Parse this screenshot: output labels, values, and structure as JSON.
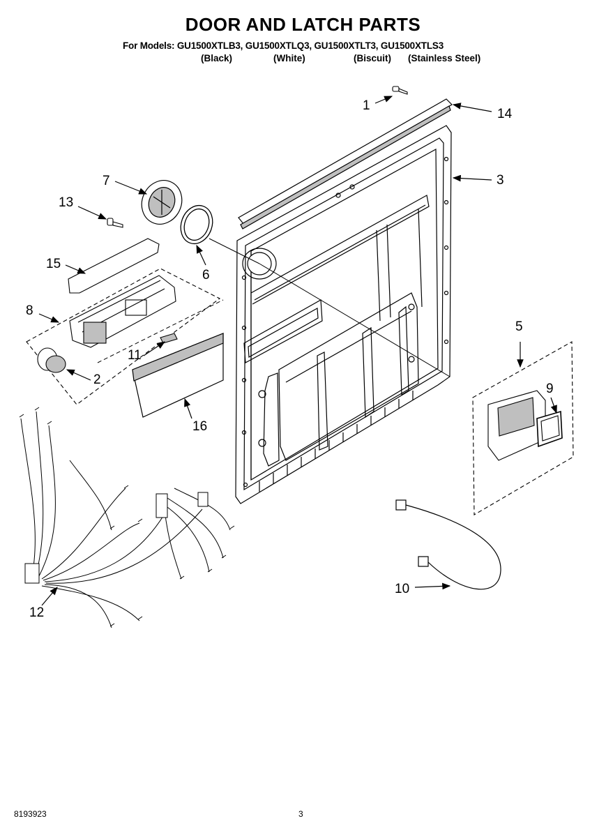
{
  "header": {
    "title": "DOOR AND LATCH PARTS",
    "models_line": "For Models: GU1500XTLB3, GU1500XTLQ3, GU1500XTLT3, GU1500XTLS3",
    "finishes": [
      "(Black)",
      "(White)",
      "(Biscuit)",
      "(Stainless Steel)"
    ]
  },
  "callouts": [
    "1",
    "14",
    "3",
    "7",
    "13",
    "6",
    "15",
    "8",
    "11",
    "2",
    "16",
    "5",
    "9",
    "10",
    "12"
  ],
  "footer": {
    "doc_number": "8193923",
    "page_number": "3"
  },
  "colors": {
    "line": "#000000",
    "background": "#ffffff",
    "shade": "#bfbfbf"
  }
}
